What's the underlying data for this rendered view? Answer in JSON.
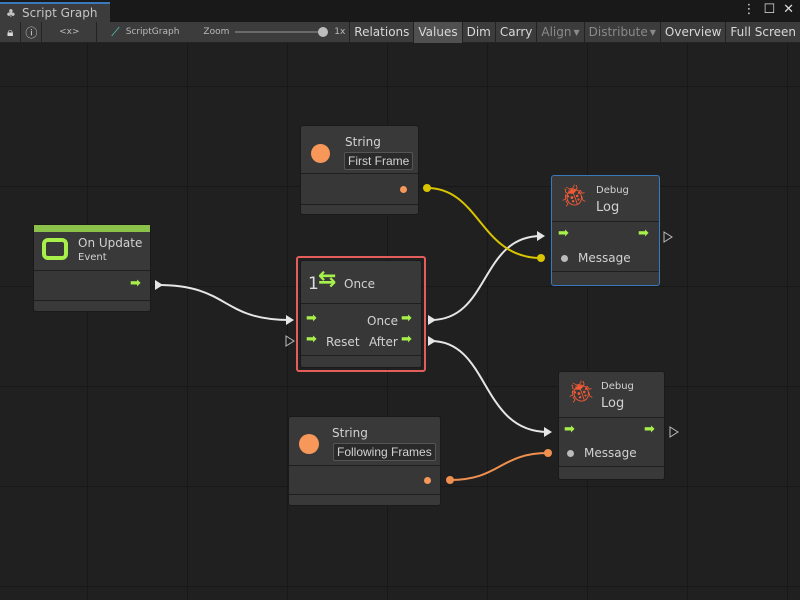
{
  "window": {
    "tab_title": "Script Graph",
    "menu_icon": "kebab-icon",
    "maximize_icon": "maximize-icon",
    "close_icon": "close-icon"
  },
  "toolbar": {
    "graph_name": "ScriptGraph",
    "zoom_label": "Zoom",
    "zoom_value": "1x",
    "zoom_level": 1.0,
    "code_label": "<x>",
    "buttons": [
      "Relations",
      "Values",
      "Dim",
      "Carry",
      "Align",
      "Distribute",
      "Overview",
      "Full Screen"
    ],
    "active": "Values"
  },
  "nodes": {
    "string1": {
      "title": "String",
      "value": "First Frame",
      "accent": "#f7975a"
    },
    "on_update": {
      "title": "On Update",
      "subtitle": "Event",
      "accent": "#8bc34a"
    },
    "once": {
      "title": "Once",
      "icon_number": "1",
      "out_once": "Once",
      "in_reset": "Reset",
      "out_after": "After",
      "selection_color": "#e35d5b"
    },
    "log1": {
      "category": "Debug",
      "title": "Log",
      "port": "Message"
    },
    "log2": {
      "category": "Debug",
      "title": "Log",
      "port": "Message"
    },
    "string2": {
      "title": "String",
      "value": "Following Frames",
      "accent": "#f7975a"
    }
  },
  "wire_colors": {
    "flow": "#e6e6e6",
    "string_yellow": "#d8c400",
    "string_orange": "#f0904f"
  }
}
